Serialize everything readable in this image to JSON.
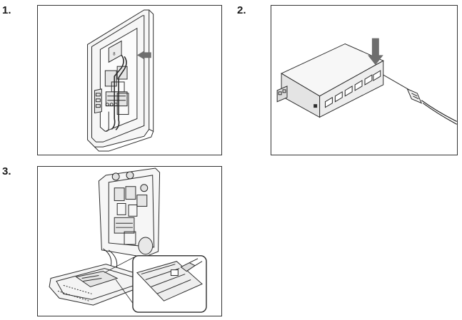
{
  "steps": [
    {
      "number": "1."
    },
    {
      "number": "2."
    },
    {
      "number": "3."
    }
  ],
  "colors": {
    "line": "#2b2b2b",
    "arrow": "#6e6e6e",
    "housing": "#f4f4f4",
    "board": "#e4e4e4"
  },
  "icons": {
    "step1": "charger-wiring-illustration",
    "step2": "network-switch-illustration",
    "step3": "charger-open-board-illustration"
  }
}
